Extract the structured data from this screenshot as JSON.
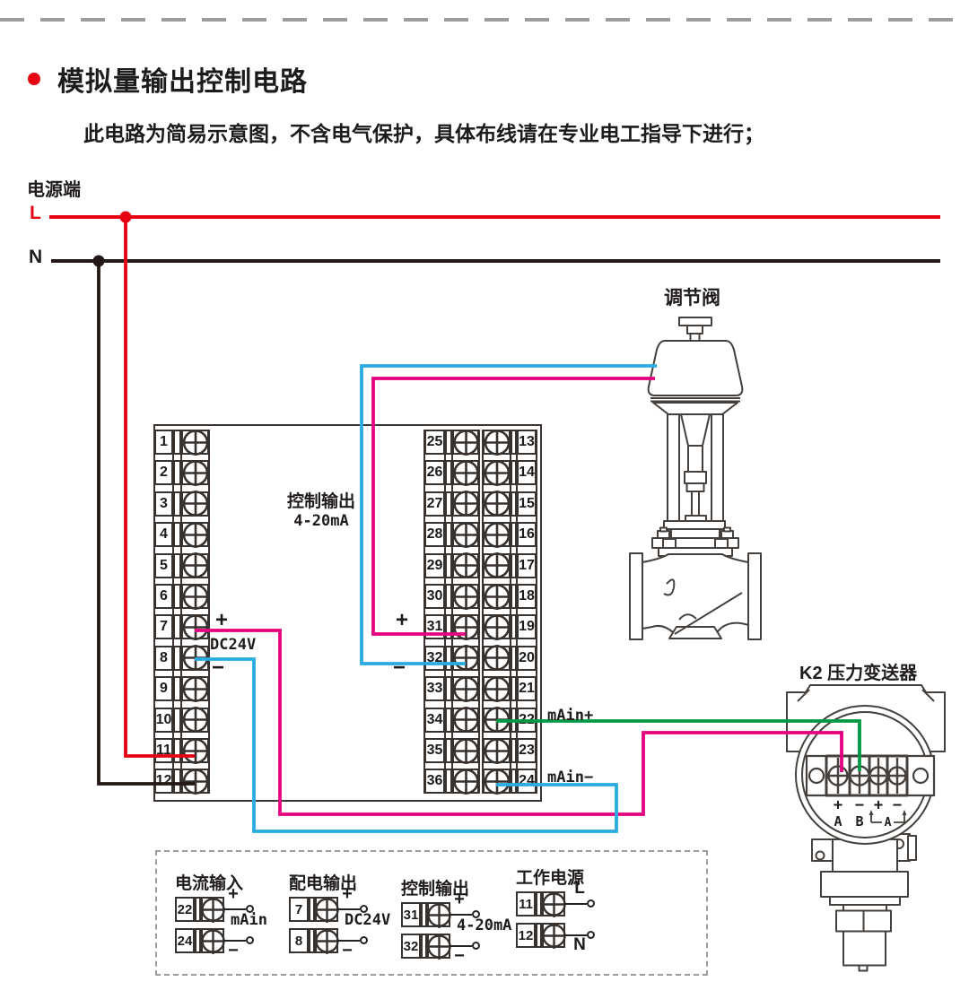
{
  "page": {
    "title": "模拟量输出控制电路",
    "subtitle": "此电路为简易示意图，不含电气保护，具体布线请在专业电工指导下进行；"
  },
  "power": {
    "label": "电源端",
    "live": "L",
    "neutral": "N"
  },
  "terminal_block": {
    "left_numbers": [
      "1",
      "2",
      "3",
      "4",
      "5",
      "6",
      "7",
      "8",
      "9",
      "10",
      "11",
      "12"
    ],
    "right_left_numbers": [
      "25",
      "26",
      "27",
      "28",
      "29",
      "30",
      "31",
      "32",
      "33",
      "34",
      "35",
      "36"
    ],
    "right_right_numbers": [
      "13",
      "14",
      "15",
      "16",
      "17",
      "18",
      "19",
      "20",
      "21",
      "22",
      "23",
      "24"
    ],
    "control_output_label": "控制输出",
    "control_output_range": "4-20mA",
    "t7_plus": "+",
    "dc24v_label": "DC24V",
    "t8_minus": "−",
    "t31_plus": "+",
    "t32_minus": "−",
    "main_plus": "mAin+",
    "main_minus": "mAin−"
  },
  "valve": {
    "label": "调节阀"
  },
  "transmitter": {
    "label": "K2  压力变送器",
    "polarity_marks": [
      "+",
      "−",
      "+",
      "−"
    ],
    "terminal_letters": [
      "A",
      "B"
    ],
    "bracket_letter": "A"
  },
  "legend": {
    "groups": [
      {
        "title": "电流输入",
        "rows": [
          {
            "num": "22",
            "mark": "+"
          },
          {
            "num": "24",
            "mark": "−"
          }
        ],
        "center_label": "mAin"
      },
      {
        "title": "配电输出",
        "rows": [
          {
            "num": "7",
            "mark": "+"
          },
          {
            "num": "8",
            "mark": "−"
          }
        ],
        "center_label": "DC24V"
      },
      {
        "title": "控制输出",
        "rows": [
          {
            "num": "31",
            "mark": "+"
          },
          {
            "num": "32",
            "mark": "−"
          }
        ],
        "center_label": "4-20mA"
      },
      {
        "title": "工作电源",
        "rows": [
          {
            "num": "11",
            "mark": "L"
          },
          {
            "num": "12",
            "mark": "N"
          }
        ],
        "center_label": ""
      }
    ]
  },
  "colors": {
    "live_wire": "#e60012",
    "neutral_wire": "#231815",
    "control_plus_wire": "#e4007f",
    "control_minus_wire": "#29abe2",
    "current_wire": "#009944",
    "accent_bullet": "#e60012",
    "line_art": "#45403c",
    "dashed_border": "#9c9c9c"
  }
}
